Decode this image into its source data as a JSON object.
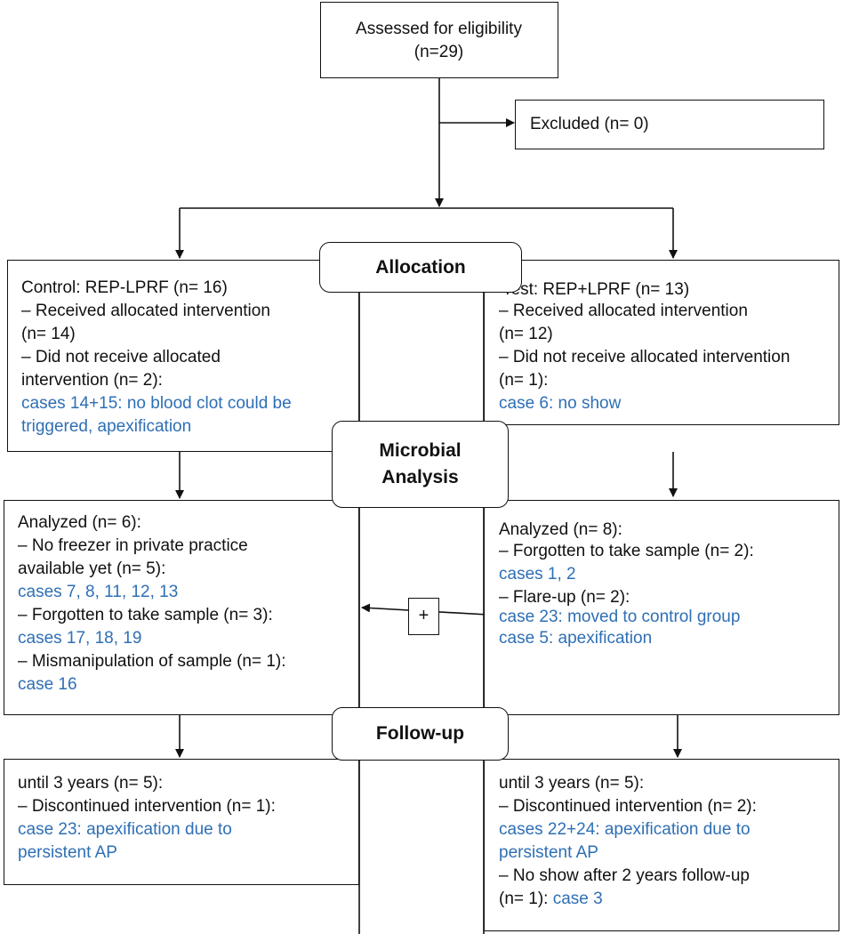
{
  "top": {
    "assessed_line1": "Assessed for eligibility",
    "assessed_line2": "(n=29)",
    "excluded": "Excluded (n= 0)"
  },
  "stages": {
    "allocation": "Allocation",
    "microbial_line1": "Microbial",
    "microbial_line2": "Analysis",
    "followup": "Follow-up"
  },
  "allocation_control": {
    "l1": "Control: REP-LPRF (n= 16)",
    "l2": "– Received allocated intervention",
    "l3": "(n= 14)",
    "l4": "– Did not receive allocated",
    "l5": "intervention (n= 2):",
    "l6": "cases 14+15: no blood clot could be",
    "l7": "triggered, apexification"
  },
  "allocation_test": {
    "l1": "Test: REP+LPRF (n= 13)",
    "l2": "– Received allocated intervention",
    "l3": "(n= 12)",
    "l4": "– Did not receive allocated intervention",
    "l5": "(n= 1):",
    "l6": "case 6: no show"
  },
  "analysis_control": {
    "l1": "Analyzed (n= 6):",
    "l2": "– No freezer in private practice",
    "l3": "available yet (n= 5):",
    "l4": "cases 7, 8, 11, 12, 13",
    "l5": "– Forgotten to take sample (n= 3):",
    "l6": "cases 17, 18, 19",
    "l7": "– Mismanipulation of sample (n= 1):",
    "l8": "case 16"
  },
  "analysis_test": {
    "l1": "Analyzed (n= 8):",
    "l2": "– Forgotten to take sample (n= 2):",
    "l3": "cases 1, 2",
    "l4": "– Flare-up (n= 2):",
    "l5": "case 23: moved to control group",
    "l6": "case 5: apexification"
  },
  "plus_symbol": "+",
  "followup_control": {
    "l1": "until 3 years (n= 5):",
    "l2": "– Discontinued intervention (n= 1):",
    "l3": "case 23: apexification due to",
    "l4": "persistent AP"
  },
  "followup_test": {
    "l1": "until 3 years (n= 5):",
    "l2": "– Discontinued intervention (n= 2):",
    "l3": "cases 22+24: apexification due to",
    "l4": "persistent AP",
    "l5": "– No show after 2 years follow-up",
    "l6a": " (n= 1): ",
    "l6b": "case 3"
  },
  "colors": {
    "text": "#111111",
    "highlight_blue": "#2e6fb5",
    "line": "#111111"
  }
}
